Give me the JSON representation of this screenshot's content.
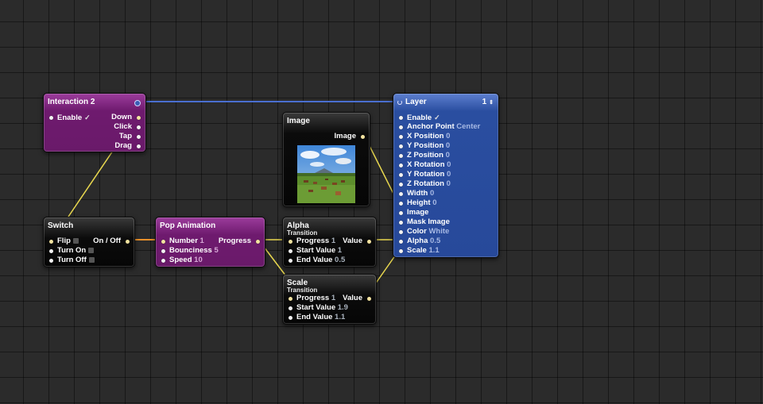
{
  "interaction": {
    "title": "Interaction 2",
    "enable_label": "Enable",
    "enable_check": "✓",
    "outputs": [
      "Down",
      "Click",
      "Tap",
      "Drag"
    ]
  },
  "switch_node": {
    "title": "Switch",
    "inputs": [
      "Flip",
      "Turn On",
      "Turn Off"
    ],
    "output": "On / Off"
  },
  "pop": {
    "title": "Pop Animation",
    "inputs": [
      {
        "label": "Number",
        "value": "1"
      },
      {
        "label": "Bounciness",
        "value": "5"
      },
      {
        "label": "Speed",
        "value": "10"
      }
    ],
    "output": "Progress"
  },
  "image_node": {
    "title": "Image",
    "output": "Image"
  },
  "alpha": {
    "title": "Alpha",
    "subtitle": "Transition",
    "inputs": [
      {
        "label": "Progress",
        "value": "1"
      },
      {
        "label": "Start Value",
        "value": "1"
      },
      {
        "label": "End Value",
        "value": "0.5"
      }
    ],
    "output": "Value"
  },
  "scale": {
    "title": "Scale",
    "subtitle": "Transition",
    "inputs": [
      {
        "label": "Progress",
        "value": "1"
      },
      {
        "label": "Start Value",
        "value": "1.9"
      },
      {
        "label": "End Value",
        "value": "1.1"
      }
    ],
    "output": "Value"
  },
  "layer": {
    "title": "Layer",
    "count": "1",
    "stepper_arrows": "⇕",
    "enable_check": "✓",
    "inputs": [
      {
        "label": "Enable",
        "value": ""
      },
      {
        "label": "Anchor Point",
        "value": "Center"
      },
      {
        "label": "X Position",
        "value": "0"
      },
      {
        "label": "Y Position",
        "value": "0"
      },
      {
        "label": "Z Position",
        "value": "0"
      },
      {
        "label": "X Rotation",
        "value": "0"
      },
      {
        "label": "Y Rotation",
        "value": "0"
      },
      {
        "label": "Z Rotation",
        "value": "0"
      },
      {
        "label": "Width",
        "value": "0"
      },
      {
        "label": "Height",
        "value": "0"
      },
      {
        "label": "Image",
        "value": ""
      },
      {
        "label": "Mask Image",
        "value": ""
      },
      {
        "label": "Color",
        "value": "White"
      },
      {
        "label": "Alpha",
        "value": "0.5"
      },
      {
        "label": "Scale",
        "value": "1.1"
      }
    ]
  },
  "colors": {
    "wire_yellow": "#e9d84f",
    "wire_orange": "#e8902a",
    "wire_blue": "#4a6fd0"
  }
}
